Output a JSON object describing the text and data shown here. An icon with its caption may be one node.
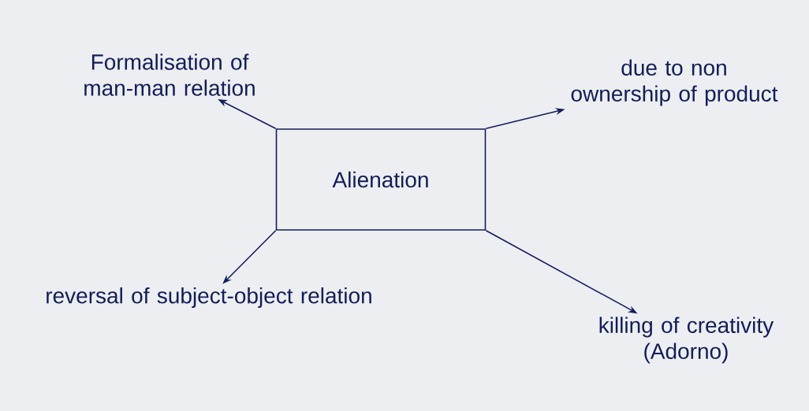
{
  "diagram": {
    "nodes": [
      {
        "text": [
          "Alienation"
        ]
      },
      {
        "text": [
          "Formalisation of man-man relation"
        ]
      },
      {
        "text": [
          "due to non ownership of product"
        ]
      },
      {
        "text": [
          "reversal of subject-object relation"
        ]
      },
      {
        "text": [
          "killing of creativity (Adorno)"
        ]
      }
    ],
    "edges": [
      {
        "from": 0,
        "to": 1,
        "arrow": "to"
      },
      {
        "from": 0,
        "to": 2,
        "arrow": "to"
      },
      {
        "from": 0,
        "to": 3,
        "arrow": "to"
      },
      {
        "from": 0,
        "to": 4,
        "arrow": "to"
      }
    ]
  }
}
